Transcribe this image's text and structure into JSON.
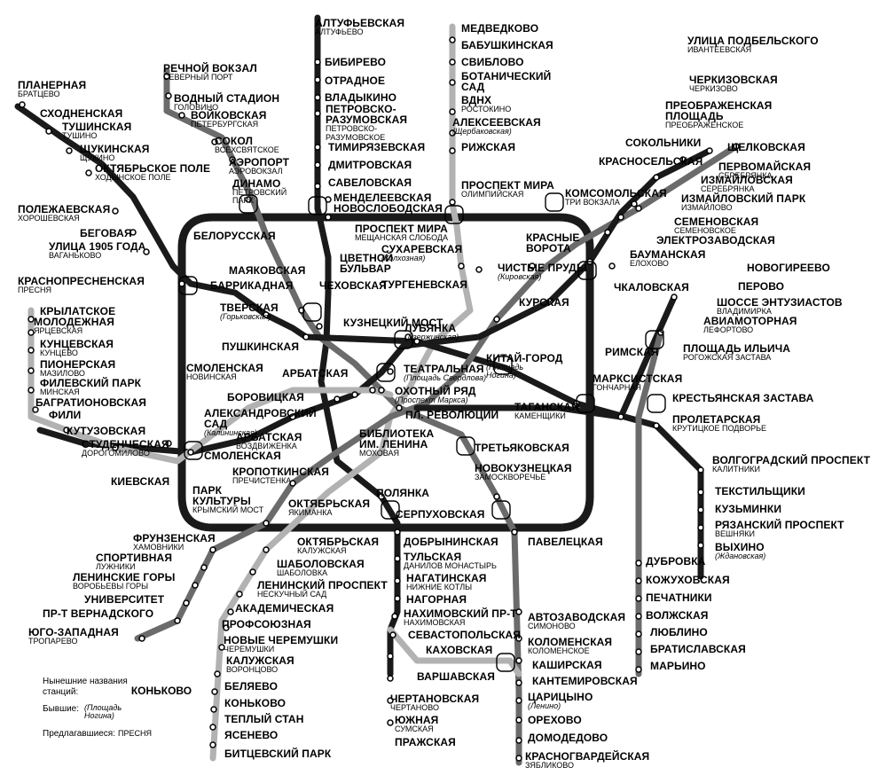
{
  "colors": {
    "dark": "#1a1a1a",
    "medium": "#6b6b6b",
    "light": "#b2b2b2",
    "background": "#ffffff"
  },
  "stations": [
    {
      "id": "altufyevskaya",
      "name": "АЛТУФЬЕВСКАЯ",
      "old": "АЛТУФЬЕВО"
    },
    {
      "id": "bibirevo",
      "name": "БИБИРЕВО"
    },
    {
      "id": "otradnoe",
      "name": "ОТРАДНОЕ"
    },
    {
      "id": "vladykino",
      "name": "ВЛАДЫКИНО"
    },
    {
      "id": "petrovsko-razumovskaya",
      "name": "ПЕТРОВСКО-\nРАЗУМОВСКАЯ",
      "old": "ПЕТРОВСКО-\nРАЗУМОВСКОЕ"
    },
    {
      "id": "timiryazevskaya",
      "name": "ТИМИРЯЗЕВСКАЯ"
    },
    {
      "id": "dmitrovskaya",
      "name": "ДМИТРОВСКАЯ"
    },
    {
      "id": "savelovskaya",
      "name": "САВЕЛОВСКАЯ"
    },
    {
      "id": "mendeleevskaya",
      "name": "МЕНДЕЛЕЕВСКАЯ"
    },
    {
      "id": "novoslobodskaya",
      "name": "НОВОСЛОБОДСКАЯ"
    },
    {
      "id": "medvedkovo",
      "name": "МЕДВЕДКОВО"
    },
    {
      "id": "babushkinskaya",
      "name": "БАБУШКИНСКАЯ"
    },
    {
      "id": "sviblovo",
      "name": "СВИБЛОВО"
    },
    {
      "id": "botanicheskiy-sad",
      "name": "БОТАНИЧЕСКИЙ\nСАД"
    },
    {
      "id": "vdnkh",
      "name": "ВДНХ",
      "old": "РОСТОКИНО"
    },
    {
      "id": "alekseevskaya",
      "name": "АЛЕКСЕЕВСКАЯ",
      "former": "(Щербаковская)"
    },
    {
      "id": "rizhskaya",
      "name": "РИЖСКАЯ"
    },
    {
      "id": "prospekt-mira-radial",
      "name": "ПРОСПЕКТ МИРА",
      "old": "ОЛИМПИЙСКАЯ"
    },
    {
      "id": "prospekt-mira-ring",
      "name": "ПРОСПЕКТ МИРА",
      "old": "МЕЩАНСКАЯ СЛОБОДА"
    },
    {
      "id": "sukharevskaya",
      "name": "СУХАРЕВСКАЯ",
      "former": "(Колхозная)"
    },
    {
      "id": "turgenevskaya",
      "name": "ТУРГЕНЕВСКАЯ"
    },
    {
      "id": "rechnoy-vokzal",
      "name": "РЕЧНОЙ ВОКЗАЛ",
      "old": "СЕВЕРНЫЙ ПОРТ"
    },
    {
      "id": "vodny-stadion",
      "name": "ВОДНЫЙ СТАДИОН",
      "old": "ГОЛОВИНО"
    },
    {
      "id": "voykovskaya",
      "name": "ВОЙКОВСКАЯ",
      "old": "ПЕТЕРБУРГСКАЯ"
    },
    {
      "id": "sokol",
      "name": "СОКОЛ",
      "old": "ВСЕХСВЯТСКОЕ"
    },
    {
      "id": "aeroport",
      "name": "АЭРОПОРТ",
      "old": "АЭРОВОКЗАЛ"
    },
    {
      "id": "dinamo",
      "name": "ДИНАМО",
      "old": "ПЕТРОВСКИЙ\nПАРК"
    },
    {
      "id": "planernaya",
      "name": "ПЛАНЕРНАЯ",
      "old": "БРАТЦЕВО"
    },
    {
      "id": "skhodnenskaya",
      "name": "СХОДНЕНСКАЯ"
    },
    {
      "id": "tushinskaya",
      "name": "ТУШИНСКАЯ",
      "old": "ТУШИНО"
    },
    {
      "id": "shchukinskaya",
      "name": "ЩУКИНСКАЯ",
      "old": "ЩУКИНО"
    },
    {
      "id": "oktyabrskoe-pole",
      "name": "ОКТЯБРЬСКОЕ ПОЛЕ",
      "old": "ХОДЫНСКОЕ ПОЛЕ"
    },
    {
      "id": "polezhaevskaya",
      "name": "ПОЛЕЖАЕВСКАЯ",
      "old": "ХОРОШЕВСКАЯ"
    },
    {
      "id": "begovaya",
      "name": "БЕГОВАЯ"
    },
    {
      "id": "ulitsa-1905",
      "name": "УЛИЦА 1905 ГОДА",
      "old": "ВАГАНЬКОВО"
    },
    {
      "id": "krasnopresnenskaya",
      "name": "КРАСНОПРЕСНЕНСКАЯ",
      "old": "ПРЕСНЯ"
    },
    {
      "id": "barrikadnaya",
      "name": "БАРРИКАДНАЯ"
    },
    {
      "id": "belorusskaya",
      "name": "БЕЛОРУССКАЯ"
    },
    {
      "id": "mayakovskaya",
      "name": "МАЯКОВСКАЯ"
    },
    {
      "id": "tverskaya",
      "name": "ТВЕРСКАЯ",
      "former": "(Горьковская)"
    },
    {
      "id": "pushkinskaya",
      "name": "ПУШКИНСКАЯ"
    },
    {
      "id": "chekhovskaya",
      "name": "ЧЕХОВСКАЯ"
    },
    {
      "id": "tsvetnoy-bulvar",
      "name": "ЦВЕТНОЙ\nБУЛЬВАР"
    },
    {
      "id": "kuznetskiy-most",
      "name": "КУЗНЕЦКИЙ МОСТ"
    },
    {
      "id": "lubyanka",
      "name": "ЛУБЯНКА",
      "former": "(Дзержинская)"
    },
    {
      "id": "kitay-gorod",
      "name": "КИТАЙ-ГОРОД",
      "former": "(Площадь\nНогина)"
    },
    {
      "id": "teatralnaya",
      "name": "ТЕАТРАЛЬНАЯ",
      "former": "(Площадь Свердлова)"
    },
    {
      "id": "okhotny-ryad",
      "name": "ОХОТНЫЙ РЯД",
      "former": "(Проспект Маркса)"
    },
    {
      "id": "pl-revolyutsii",
      "name": "ПЛ. РЕВОЛЮЦИИ"
    },
    {
      "id": "arbatskaya-1",
      "name": "АРБАТСКАЯ"
    },
    {
      "id": "borovitskaya",
      "name": "БОРОВИЦКАЯ"
    },
    {
      "id": "aleksandrovskiy-sad",
      "name": "АЛЕКСАНДРОВСКИЙ\nСАД",
      "former": "(Калининская)"
    },
    {
      "id": "arbatskaya-2",
      "name": "АРБАТСКАЯ",
      "old": "ВОЗДВИЖЕНКА"
    },
    {
      "id": "biblioteka",
      "name": "БИБЛИОТЕКА\nИМ. ЛЕНИНА",
      "old": "МОХОВАЯ"
    },
    {
      "id": "smolenskaya-1",
      "name": "СМОЛЕНСКАЯ",
      "old": "НОВИНСКАЯ"
    },
    {
      "id": "smolenskaya-2",
      "name": "СМОЛЕНСКАЯ"
    },
    {
      "id": "kropotkinskaya",
      "name": "КРОПОТКИНСКАЯ",
      "old": "ПРЕЧИСТЕНКА"
    },
    {
      "id": "krylatskoe",
      "name": "КРЫЛАТСКОЕ"
    },
    {
      "id": "molodezhnaya",
      "name": "МОЛОДЕЖНАЯ",
      "old": "ЯРЦЕВСКАЯ"
    },
    {
      "id": "kuntsevskaya",
      "name": "КУНЦЕВСКАЯ",
      "old": "КУНЦЕВО"
    },
    {
      "id": "pionerskaya",
      "name": "ПИОНЕРСКАЯ",
      "old": "МАЗИЛОВО"
    },
    {
      "id": "filevskiy-park",
      "name": "ФИЛЕВСКИЙ ПАРК",
      "old": "МИНСКАЯ"
    },
    {
      "id": "bagrationovskaya",
      "name": "БАГРАТИОНОВСКАЯ"
    },
    {
      "id": "fili",
      "name": "ФИЛИ"
    },
    {
      "id": "kutuzovskaya",
      "name": "КУТУЗОВСКАЯ"
    },
    {
      "id": "studencheskaya",
      "name": "СТУДЕНЧЕСКАЯ",
      "old": "ДОРОГОМИЛОВО"
    },
    {
      "id": "kievskaya",
      "name": "КИЕВСКАЯ"
    },
    {
      "id": "park-kultury",
      "name": "ПАРК\nКУЛЬТУРЫ",
      "old": "КРЫМСКИЙ МОСТ"
    },
    {
      "id": "oktyabrskaya-ring",
      "name": "ОКТЯБРЬСКАЯ",
      "old": "ЯКИМАНКА"
    },
    {
      "id": "oktyabrskaya-radial",
      "name": "ОКТЯБРЬСКАЯ",
      "old": "КАЛУЖСКАЯ"
    },
    {
      "id": "frunzenskaya",
      "name": "ФРУНЗЕНСКАЯ",
      "old": "ХАМОВНИКИ"
    },
    {
      "id": "sportivnaya",
      "name": "СПОРТИВНАЯ",
      "old": "ЛУЖНИКИ"
    },
    {
      "id": "leninskie-gory",
      "name": "ЛЕНИНСКИЕ ГОРЫ",
      "old": "ВОРОБЬЕВЫ ГОРЫ"
    },
    {
      "id": "universitet",
      "name": "УНИВЕРСИТЕТ"
    },
    {
      "id": "pr-vernadskogo",
      "name": "ПР-Т ВЕРНАДСКОГО"
    },
    {
      "id": "yugo-zapadnaya",
      "name": "ЮГО-ЗАПАДНАЯ",
      "old": "ТРОПАРЕВО"
    },
    {
      "id": "shabolovskaya",
      "name": "ШАБОЛОВСКАЯ",
      "old": "ШАБОЛОВКА"
    },
    {
      "id": "leninskiy-prospekt",
      "name": "ЛЕНИНСКИЙ ПРОСПЕКТ",
      "old": "НЕСКУЧНЫЙ САД"
    },
    {
      "id": "akademicheskaya",
      "name": "АКАДЕМИЧЕСКАЯ"
    },
    {
      "id": "profsoyuznaya",
      "name": "ПРОФСОЮЗНАЯ"
    },
    {
      "id": "novye-cheremushki",
      "name": "НОВЫЕ ЧЕРЕМУШКИ",
      "old": "ЧЕРЕМУШКИ"
    },
    {
      "id": "kaluzhskaya",
      "name": "КАЛУЖСКАЯ",
      "old": "ВОРОНЦОВО"
    },
    {
      "id": "belyaevo",
      "name": "БЕЛЯЕВО"
    },
    {
      "id": "konkovo",
      "name": "КОНЬКОВО"
    },
    {
      "id": "tepliy-stan",
      "name": "ТЕПЛЫЙ СТАН"
    },
    {
      "id": "yasenevo",
      "name": "ЯСЕНЕВО"
    },
    {
      "id": "bitsevskiy-park",
      "name": "БИТЦЕВСКИЙ ПАРК"
    },
    {
      "id": "polyanka",
      "name": "ПОЛЯНКА"
    },
    {
      "id": "serpukhovskaya",
      "name": "СЕРПУХОВСКАЯ"
    },
    {
      "id": "dobryninskaya",
      "name": "ДОБРЫНИНСКАЯ"
    },
    {
      "id": "tulskaya",
      "name": "ТУЛЬСКАЯ",
      "old": "ДАНИЛОВ МОНАСТЫРЬ"
    },
    {
      "id": "nagatinskaya",
      "name": "НАГАТИНСКАЯ",
      "old": "НИЖНИЕ КОТЛЫ"
    },
    {
      "id": "nagornaya",
      "name": "НАГОРНАЯ"
    },
    {
      "id": "nakhimovskiy",
      "name": "НАХИМОВСКИЙ ПР-Т",
      "old": "НАХИМОВСКАЯ"
    },
    {
      "id": "sevastopolskaya",
      "name": "СЕВАСТОПОЛЬСКАЯ"
    },
    {
      "id": "kakhovskaya",
      "name": "КАХОВСКАЯ"
    },
    {
      "id": "varshavskaya",
      "name": "ВАРШАВСКАЯ"
    },
    {
      "id": "chertanovskaya",
      "name": "ЧЕРТАНОВСКАЯ",
      "old": "ЧЕРТАНОВО"
    },
    {
      "id": "yuzhnaya",
      "name": "ЮЖНАЯ",
      "old": "СУМСКАЯ"
    },
    {
      "id": "prazhskaya",
      "name": "ПРАЖСКАЯ"
    },
    {
      "id": "tretyakovskaya",
      "name": "ТРЕТЬЯКОВСКАЯ"
    },
    {
      "id": "novokuznetskaya",
      "name": "НОВОКУЗНЕЦКАЯ",
      "old": "ЗАМОСКВОРЕЧЬЕ"
    },
    {
      "id": "paveletskaya",
      "name": "ПАВЕЛЕЦКАЯ"
    },
    {
      "id": "avtozavodskaya",
      "name": "АВТОЗАВОДСКАЯ",
      "old": "СИМОНОВО"
    },
    {
      "id": "kolomenskaya",
      "name": "КОЛОМЕНСКАЯ",
      "old": "КОЛОМЕНСКОЕ"
    },
    {
      "id": "kashirskaya",
      "name": "КАШИРСКАЯ"
    },
    {
      "id": "kantemirovskaya",
      "name": "КАНТЕМИРОВСКАЯ"
    },
    {
      "id": "tsaritsyno",
      "name": "ЦАРИЦЫНО",
      "former": "(Ленино)"
    },
    {
      "id": "orekhovo",
      "name": "ОРЕХОВО"
    },
    {
      "id": "domodedovo",
      "name": "ДОМОДЕДОВО"
    },
    {
      "id": "krasnogvardeyskaya",
      "name": "КРАСНОГВАРДЕЙСКАЯ",
      "old": "ЗЯБЛИКОВО"
    },
    {
      "id": "taganskaya",
      "name": "ТАГАНСКАЯ",
      "old": "КАМЕНЩИКИ"
    },
    {
      "id": "marksistskaya",
      "name": "МАРКСИСТСКАЯ",
      "old": "ГОНЧАРНАЯ"
    },
    {
      "id": "krestyanskaya",
      "name": "КРЕСТЬЯНСКАЯ ЗАСТАВА"
    },
    {
      "id": "proletarskaya",
      "name": "ПРОЛЕТАРСКАЯ",
      "old": "КРУТИЦКОЕ ПОДВОРЬЕ"
    },
    {
      "id": "volgogradskiy",
      "name": "ВОЛГОГРАДСКИЙ ПРОСПЕКТ",
      "old": "КАЛИТНИКИ"
    },
    {
      "id": "tekstilshchiki",
      "name": "ТЕКСТИЛЬЩИКИ"
    },
    {
      "id": "kuzminki",
      "name": "КУЗЬМИНКИ"
    },
    {
      "id": "ryazanskiy",
      "name": "РЯЗАНСКИЙ ПРОСПЕКТ",
      "old": "ВЕШНЯКИ"
    },
    {
      "id": "vykhino",
      "name": "ВЫХИНО",
      "former": "(Ждановская)"
    },
    {
      "id": "dubrovka",
      "name": "ДУБРОВКА"
    },
    {
      "id": "kozhukhovskaya",
      "name": "КОЖУХОВСКАЯ"
    },
    {
      "id": "pechatniki",
      "name": "ПЕЧАТНИКИ"
    },
    {
      "id": "volzhskaya",
      "name": "ВОЛЖСКАЯ"
    },
    {
      "id": "lyublino",
      "name": "ЛЮБЛИНО"
    },
    {
      "id": "bratislavskaya",
      "name": "БРАТИСЛАВСКАЯ"
    },
    {
      "id": "maryino",
      "name": "МАРЬИНО"
    },
    {
      "id": "rimskaya",
      "name": "РИМСКАЯ"
    },
    {
      "id": "ploshchad-ilicha",
      "name": "ПЛОЩАДЬ ИЛЬИЧА",
      "old": "РОГОЖСКАЯ ЗАСТАВА"
    },
    {
      "id": "aviamotornaya",
      "name": "АВИАМОТОРНАЯ",
      "old": "ЛЕФОРТОВО"
    },
    {
      "id": "shosse-entuziastov",
      "name": "ШОССЕ ЭНТУЗИАСТОВ",
      "old": "ВЛАДИМИРКА"
    },
    {
      "id": "perovo",
      "name": "ПЕРОВО"
    },
    {
      "id": "novogireevo",
      "name": "НОВОГИРЕЕВО"
    },
    {
      "id": "kurskaya",
      "name": "КУРСКАЯ"
    },
    {
      "id": "chkalovskaya",
      "name": "ЧКАЛОВСКАЯ"
    },
    {
      "id": "chistye-prudy",
      "name": "ЧИСТЫЕ ПРУДЫ",
      "former": "(Кировская)"
    },
    {
      "id": "krasnye-vorota",
      "name": "КРАСНЫЕ\nВОРОТА"
    },
    {
      "id": "komsomolskaya",
      "name": "КОМСОМОЛЬСКАЯ",
      "old": "ТРИ ВОКЗАЛА"
    },
    {
      "id": "krasnoselskaya",
      "name": "КРАСНОСЕЛЬСКАЯ"
    },
    {
      "id": "sokolniki",
      "name": "СОКОЛЬНИКИ"
    },
    {
      "id": "preobrazhenskaya",
      "name": "ПРЕОБРАЖЕНСКАЯ\nПЛОЩАДЬ",
      "old": "ПРЕОБРАЖЕНСКОЕ"
    },
    {
      "id": "cherkizovskaya",
      "name": "ЧЕРКИЗОВСКАЯ",
      "old": "ЧЕРКИЗОВО"
    },
    {
      "id": "ulitsa-podbelskogo",
      "name": "УЛИЦА ПОДБЕЛЬСКОГО",
      "old": "ИВАНТЕЕВСКАЯ"
    },
    {
      "id": "shchelkovskaya",
      "name": "ЩЕЛКОВСКАЯ"
    },
    {
      "id": "pervomayskaya",
      "name": "ПЕРВОМАЙСКАЯ",
      "old": "СЕРЕБРЯНКА"
    },
    {
      "id": "izmaylovskaya",
      "name": "ИЗМАЙЛОВСКАЯ",
      "old": "СЕРЕБРЯНКА"
    },
    {
      "id": "izmaylovskiy-park",
      "name": "ИЗМАЙЛОВСКИЙ ПАРК",
      "old": "ИЗМАЙЛОВО"
    },
    {
      "id": "semenovskaya",
      "name": "СЕМЕНОВСКАЯ",
      "old": "СЕМЕНОВСКОЕ"
    },
    {
      "id": "elektrozavodskaya",
      "name": "ЭЛЕКТРОЗАВОДСКАЯ"
    },
    {
      "id": "baumanskaya",
      "name": "БАУМАНСКАЯ",
      "old": "ЕЛОХОВО"
    }
  ],
  "legend": {
    "current_label": "Нынешние названия\nстанций:",
    "current_example": "КОНЬКОВО",
    "former_label": "Бывшие:",
    "former_example": "(Площадь\nНогина)",
    "proposed_label": "Предлагавшиеся:",
    "proposed_example": "ПРЕСНЯ"
  }
}
